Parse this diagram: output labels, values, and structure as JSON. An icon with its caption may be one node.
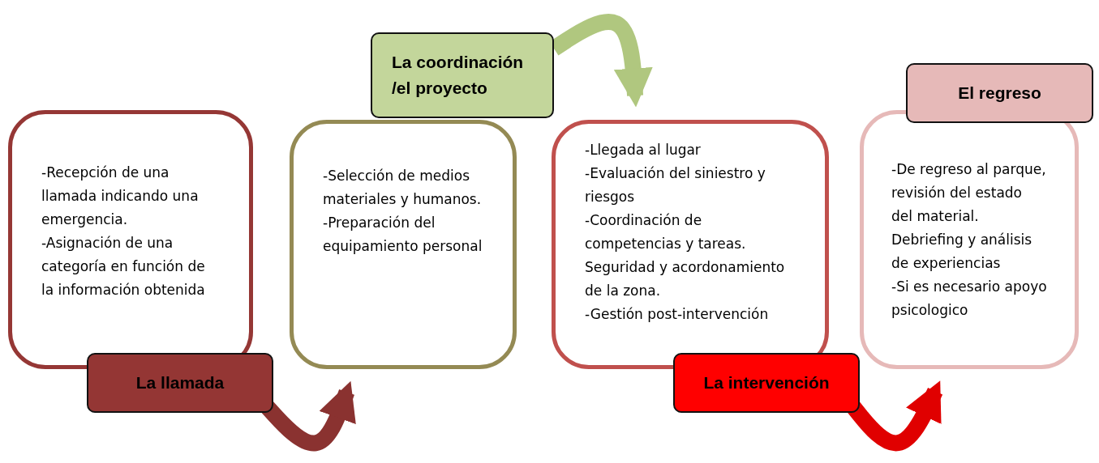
{
  "diagram": {
    "nodes": [
      {
        "text": [
          "-Recepción de una llamada indicando una emergencia.",
          "-Asignación de una categoría en función de la información obtenida"
        ]
      },
      {
        "text": [
          "La llamada"
        ]
      },
      {
        "text": [
          "La coordinación /el proyecto"
        ]
      },
      {
        "text": [
          "-Selección de medios materiales y humanos.",
          "-Preparación del equipamiento personal"
        ]
      },
      {
        "text": [
          "-Llegada al lugar",
          "-Evaluación del siniestro y riesgos",
          "-Coordinación de competencias y tareas. Seguridad y acordonamiento de la zona.",
          "-Gestión post-intervención"
        ]
      },
      {
        "text": [
          "La intervención"
        ]
      },
      {
        "text": [
          "El regreso"
        ]
      },
      {
        "text": [
          "-De regreso al parque, revisión del estado del material. Debriefing y análisis de experiencias",
          "-Si es necesario apoyo psicologico"
        ]
      }
    ],
    "edges": [
      {
        "from": 1,
        "to": 3,
        "arrow": "to",
        "color": "#8a3230"
      },
      {
        "from": 2,
        "to": 4,
        "arrow": "to",
        "color": "#b0c77f"
      },
      {
        "from": 5,
        "to": 7,
        "arrow": "to",
        "color": "#e00000"
      }
    ]
  }
}
